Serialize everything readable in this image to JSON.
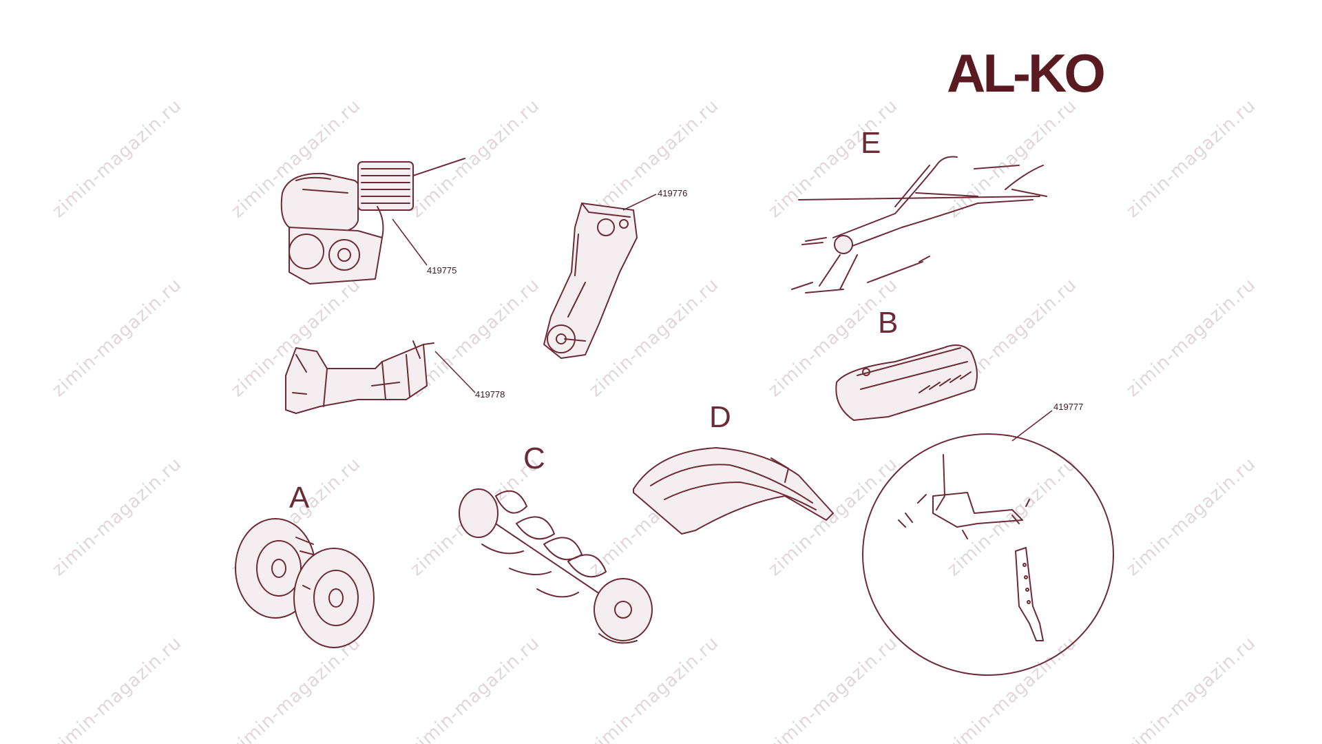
{
  "brand": {
    "logo_text": "AL-KO",
    "color": "#5a1a22"
  },
  "watermark": {
    "text": "zimin-magazin.ru",
    "color": "#c9b5bb"
  },
  "colors": {
    "line": "#6b2a35",
    "fill": "#f4eef0"
  },
  "labels": {
    "A": "A",
    "B": "B",
    "C": "C",
    "D": "D",
    "E": "E"
  },
  "part_numbers": {
    "engine": "419775",
    "gearbox": "419776",
    "frame": "419778",
    "hitch": "419777"
  },
  "icons": {
    "engine": "engine-icon",
    "gearbox": "gearbox-icon",
    "frame": "frame-bracket-icon",
    "wheels": "wheels-icon",
    "tiller": "tiller-blades-icon",
    "fender": "fender-icon",
    "cover": "belt-cover-icon",
    "handle": "handlebar-icon",
    "hitch": "hitch-detail-icon"
  }
}
